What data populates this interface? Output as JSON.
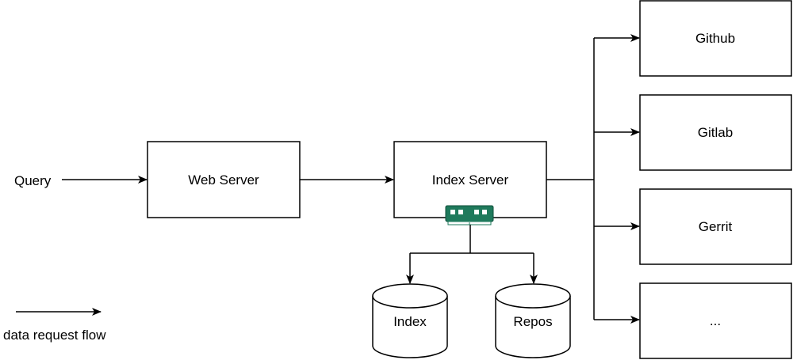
{
  "diagram": {
    "query_label": "Query",
    "web_server": "Web Server",
    "index_server": "Index Server",
    "index_store": "Index",
    "repos_store": "Repos",
    "backends": [
      "Github",
      "Gitlab",
      "Gerrit",
      "..."
    ],
    "legend": "data request flow",
    "memory_icon": "ram-chip-icon",
    "colors": {
      "memory": "#1f7a5c"
    }
  }
}
